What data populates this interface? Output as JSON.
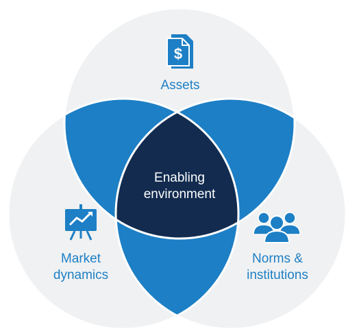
{
  "diagram": {
    "type": "venn",
    "circles": [
      {
        "label": "Assets",
        "icon": "document-dollar-icon"
      },
      {
        "label": "Market dynamics",
        "label_lines": [
          "Market",
          "dynamics"
        ],
        "icon": "presentation-chart-icon"
      },
      {
        "label": "Norms & institutions",
        "label_lines": [
          "Norms &",
          "institutions"
        ],
        "icon": "people-group-icon"
      }
    ],
    "center": {
      "label_lines": [
        "Enabling",
        "environment"
      ]
    }
  },
  "colors": {
    "circle_fill": "#f0f1f2",
    "overlap_fill": "#1d7fc5",
    "center_fill": "#122b4f",
    "label_color": "#1d7fc5",
    "center_text": "#ffffff",
    "outline": "#ffffff"
  }
}
